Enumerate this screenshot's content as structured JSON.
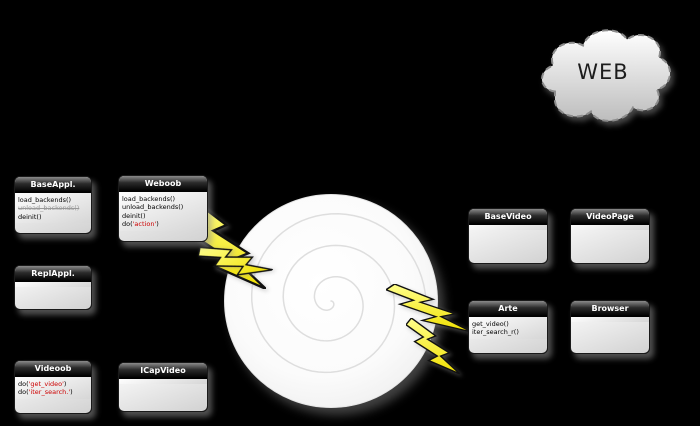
{
  "diagram": {
    "cloud": {
      "label": "WEB"
    },
    "boxes": {
      "baseappl": {
        "title": "BaseAppl.",
        "m1": "load_backends()",
        "m2": "unload_backends()",
        "m3": "deinit()"
      },
      "weboob": {
        "title": "Weboob",
        "m1": "load_backends()",
        "m2": "unload_backends()",
        "m3": "deinit()",
        "m4_pre": "do(",
        "m4_arg": "'action'",
        "m4_post": ")"
      },
      "replappl": {
        "title": "ReplAppl."
      },
      "videoob": {
        "title": "Videoob",
        "m1_pre": "do(",
        "m1_arg": "'get_video'",
        "m1_post": ")",
        "m2_pre": "do(",
        "m2_arg": "'iter_search.'",
        "m2_post": ")"
      },
      "icapvideo": {
        "title": "ICapVideo"
      },
      "basevideo": {
        "title": "BaseVideo"
      },
      "videopage": {
        "title": "VideoPage"
      },
      "arte": {
        "title": "Arte",
        "m1": "get_video()",
        "m2": "iter_search_r()"
      },
      "browser": {
        "title": "Browser"
      }
    },
    "colors": {
      "background": "#000000",
      "method_red": "#cc0000",
      "muted_gray": "#999999",
      "bolt_yellow": "#ffee33"
    }
  }
}
